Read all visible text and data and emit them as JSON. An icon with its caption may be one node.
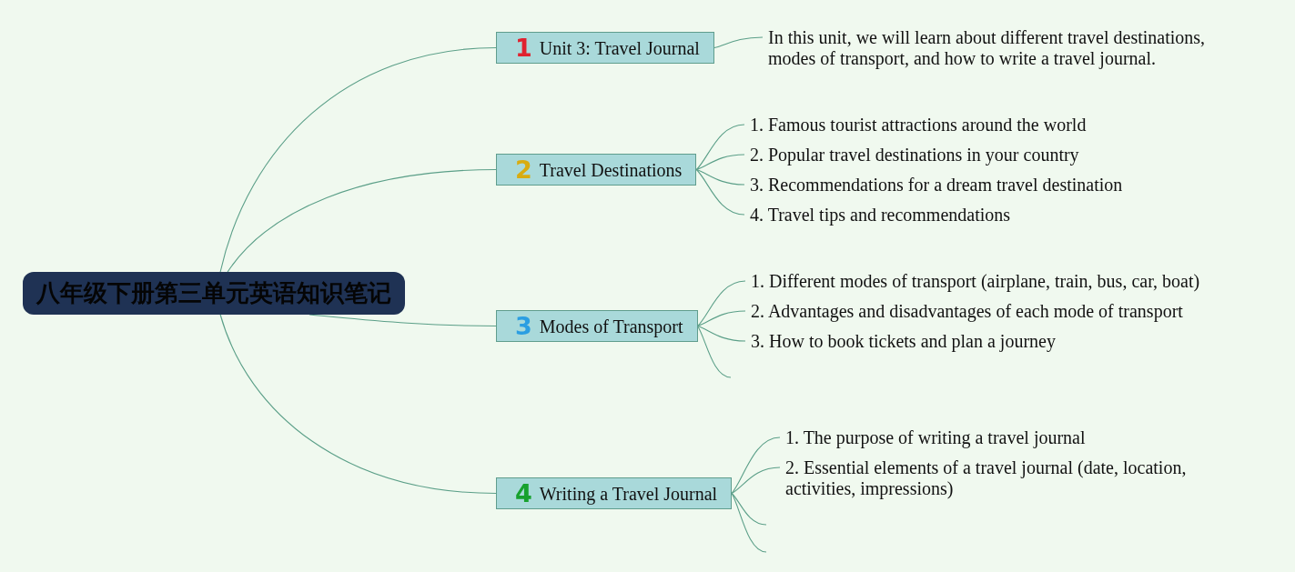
{
  "diagram": {
    "nodes": [
      {
        "text": [
          "八年级下册第三单元英语知识笔记"
        ]
      },
      {
        "text": [
          "1",
          "Unit 3: Travel Journal"
        ]
      },
      {
        "text": [
          "2",
          "Travel Destinations"
        ]
      },
      {
        "text": [
          "3",
          "Modes of Transport"
        ]
      },
      {
        "text": [
          "4",
          "Writing a Travel Journal"
        ]
      },
      {
        "text": [
          "In this unit, we will learn about different travel destinations, modes of transport, and how to write a travel journal."
        ]
      },
      {
        "text": [
          "1. Famous tourist attractions around the world"
        ]
      },
      {
        "text": [
          "2. Popular travel destinations in your country"
        ]
      },
      {
        "text": [
          "3. Recommendations for a dream travel destination"
        ]
      },
      {
        "text": [
          "4. Travel tips and recommendations"
        ]
      },
      {
        "text": [
          "1. Different modes of transport (airplane, train, bus, car, boat)"
        ]
      },
      {
        "text": [
          "2. Advantages and disadvantages of each mode of transport"
        ]
      },
      {
        "text": [
          "3. How to book tickets and plan a journey"
        ]
      },
      {
        "text": [
          "1. The purpose of writing a travel journal"
        ]
      },
      {
        "text": [
          "2. Essential elements of a travel journal (date, location, activities, impressions)"
        ]
      }
    ],
    "edges": [
      {
        "from": 0,
        "to": 1,
        "arrow": "none"
      },
      {
        "from": 0,
        "to": 2,
        "arrow": "none"
      },
      {
        "from": 0,
        "to": 3,
        "arrow": "none"
      },
      {
        "from": 0,
        "to": 4,
        "arrow": "none"
      },
      {
        "from": 1,
        "to": 5,
        "arrow": "none"
      },
      {
        "from": 2,
        "to": 6,
        "arrow": "none"
      },
      {
        "from": 2,
        "to": 7,
        "arrow": "none"
      },
      {
        "from": 2,
        "to": 8,
        "arrow": "none"
      },
      {
        "from": 2,
        "to": 9,
        "arrow": "none"
      },
      {
        "from": 3,
        "to": 10,
        "arrow": "none"
      },
      {
        "from": 3,
        "to": 11,
        "arrow": "none"
      },
      {
        "from": 3,
        "to": 12,
        "arrow": "none"
      },
      {
        "from": 3,
        "to": null,
        "arrow": "none"
      },
      {
        "from": 4,
        "to": 13,
        "arrow": "none"
      },
      {
        "from": 4,
        "to": 14,
        "arrow": "none"
      },
      {
        "from": 4,
        "to": null,
        "arrow": "none"
      },
      {
        "from": 4,
        "to": null,
        "arrow": "none"
      }
    ]
  }
}
